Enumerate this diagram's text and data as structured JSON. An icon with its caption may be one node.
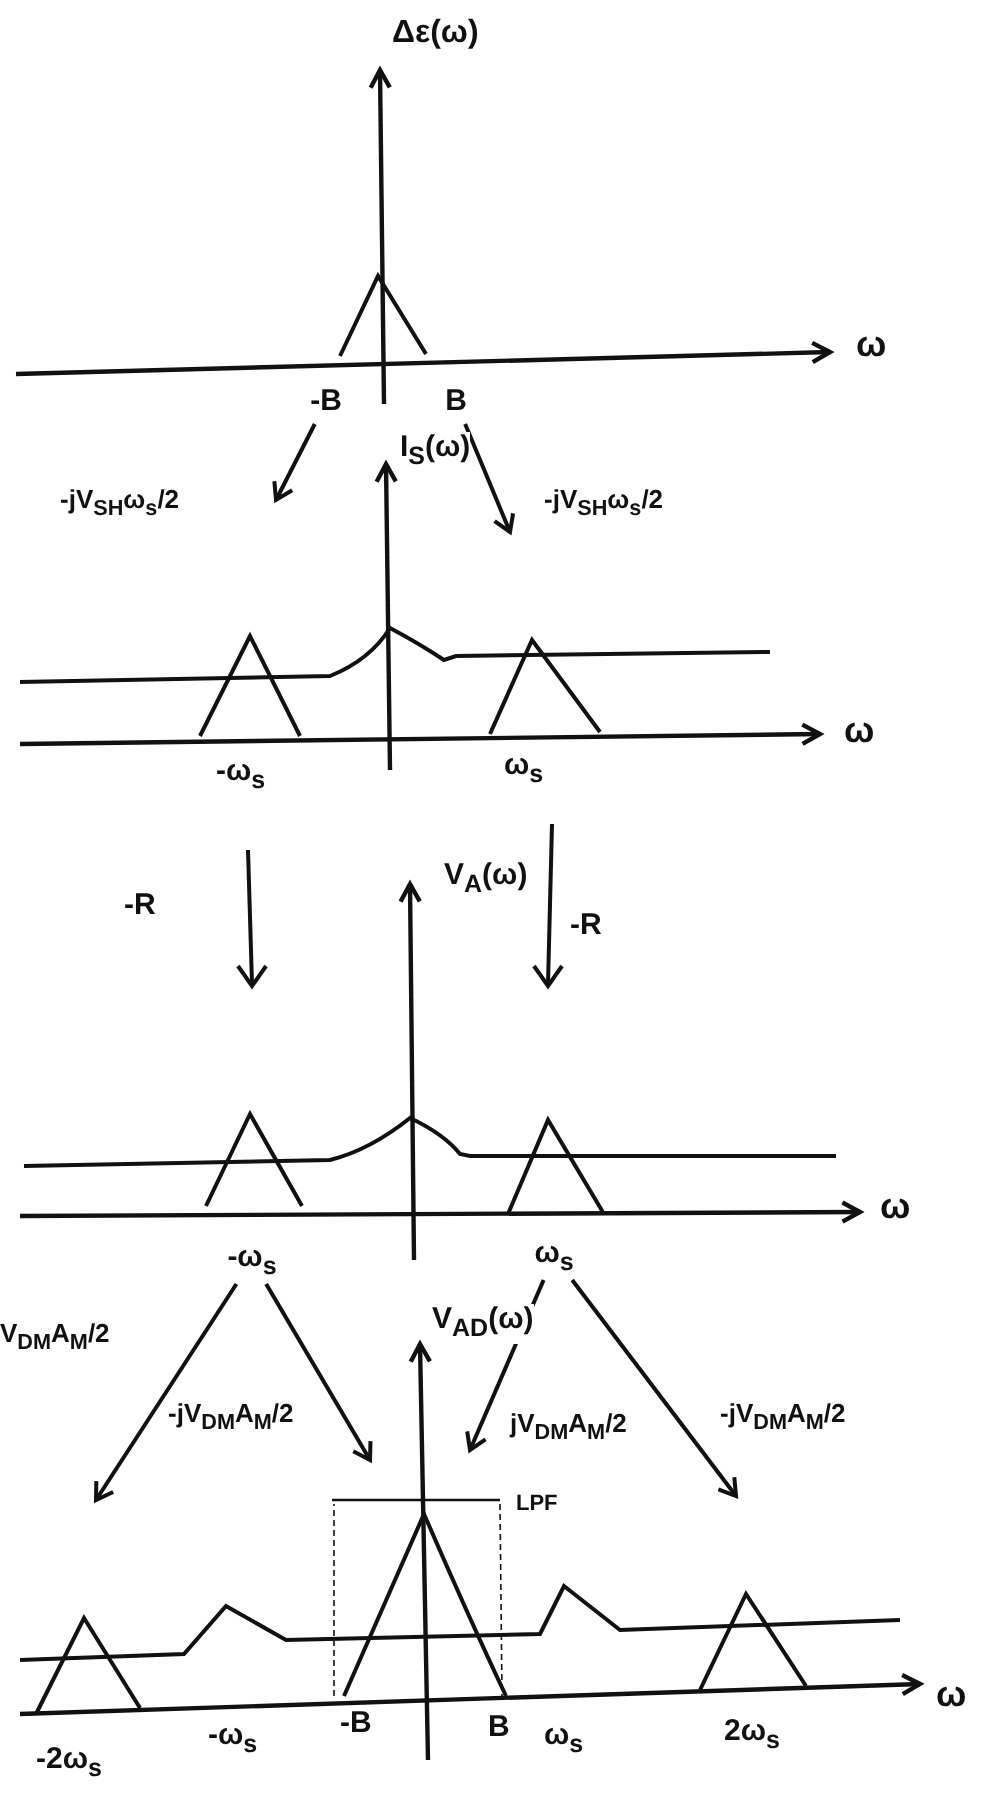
{
  "diagram": {
    "nodes": [
      {
        "text": [
          "-B"
        ]
      },
      {
        "text": [
          "B"
        ]
      },
      {
        "text": [
          "-ω$_{s}$"
        ]
      },
      {
        "text": [
          "ω$_{s}$"
        ]
      }
    ],
    "edges": [
      {
        "from": 0,
        "to": null,
        "arrow": "to",
        "label": "-jV$_{SH}$ω$_{s}$/2"
      },
      {
        "from": 1,
        "to": null,
        "arrow": "to",
        "label": "-jV$_{SH}$ω$_{s}$/2"
      },
      {
        "from": 2,
        "to": null,
        "arrow": "to",
        "label": "V$_{DM}$A$_{M}$/2"
      },
      {
        "from": 2,
        "to": null,
        "arrow": "to",
        "label": "-jV$_{DM}$A$_{M}$/2"
      },
      {
        "from": 3,
        "to": null,
        "arrow": "to",
        "label": "jV$_{DM}$A$_{M}$/2"
      },
      {
        "from": 3,
        "to": null,
        "arrow": "to",
        "label": "-jV$_{DM}$A$_{M}$/2"
      }
    ],
    "labels": [
      "Δε(ω)",
      "ω",
      "I$_{S}$(ω)",
      "ω",
      "-ω$_{s}$",
      "ω$_{s}$",
      "-R",
      "V$_{A}$(ω)",
      "-R",
      "ω",
      "V$_{AD}$(ω)",
      "LPF",
      "ω",
      "-ω$_{s}$",
      "-B",
      "B",
      "ω$_{s}$",
      "2ω$_{s}$",
      "-2ω$_{s}$"
    ]
  }
}
